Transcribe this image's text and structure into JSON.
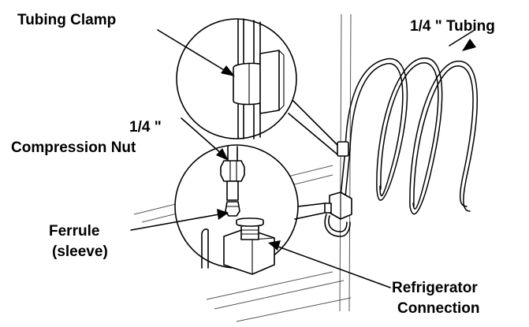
{
  "diagram": {
    "labels": {
      "tubing_clamp": "Tubing Clamp",
      "tubing_size_top": "1/4 \" Tubing",
      "nut_size": "1/4 \"",
      "compression_nut": "Compression Nut",
      "ferrule": "Ferrule",
      "ferrule_alt": "(sleeve)",
      "refrigerator": "Refrigerator",
      "connection": "Connection"
    },
    "colors": {
      "line": "#000000",
      "background": "#ffffff"
    }
  }
}
